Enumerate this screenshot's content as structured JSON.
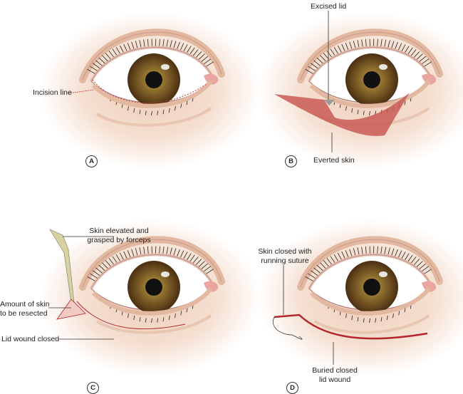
{
  "panels": [
    {
      "id": "A",
      "labels": [
        "Incision line"
      ]
    },
    {
      "id": "B",
      "labels": [
        "Excised lid",
        "Everted skin"
      ]
    },
    {
      "id": "C",
      "labels": [
        "Skin elevated and grasped by forceps",
        "Amount of skin to be resected",
        "Lid wound closed"
      ]
    },
    {
      "id": "D",
      "labels": [
        "Skin closed with running suture",
        "Buried closed lid wound"
      ]
    }
  ],
  "text": {
    "a_incision": "Incision line",
    "b_excised": "Excised lid",
    "b_everted": "Everted skin",
    "c_skin1": "Skin elevated and",
    "c_skin2": "grasped by forceps",
    "c_amount1": "Amount of skin",
    "c_amount2": "to be resected",
    "c_lid": "Lid wound closed",
    "d_skin1": "Skin closed with",
    "d_skin2": "running suture",
    "d_buried1": "Buried closed",
    "d_buried2": "lid wound"
  },
  "colors": {
    "skin": "#f1d6c4",
    "iris": "#6b4a1e",
    "wound": "#b3262b"
  }
}
